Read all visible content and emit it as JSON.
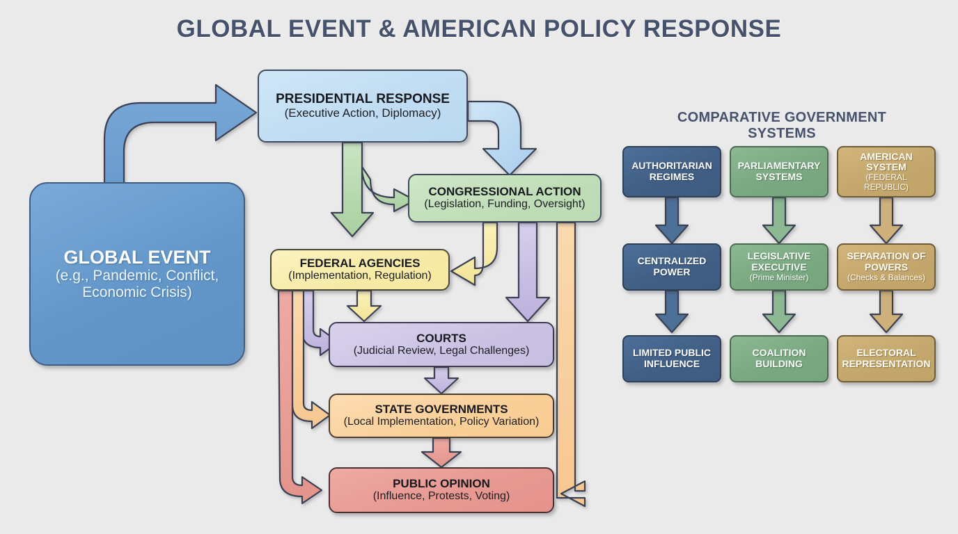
{
  "header": {
    "title": "GLOBAL EVENT & AMERICAN POLICY RESPONSE",
    "right_panel_title": "COMPARATIVE GOVERNMENT SYSTEMS"
  },
  "flow": {
    "global_event": {
      "title": "GLOBAL EVENT",
      "subtitle_line1": "(e.g., Pandemic, Conflict,",
      "subtitle_line2": "Economic Crisis)",
      "color": "#6397c9"
    },
    "presidential": {
      "title": "PRESIDENTIAL RESPONSE",
      "subtitle": "(Executive Action, Diplomacy)",
      "color": "#bfdcf2"
    },
    "congressional": {
      "title": "CONGRESSIONAL ACTION",
      "subtitle": "(Legislation, Funding, Oversight)",
      "color": "#bfddb7"
    },
    "federal": {
      "title": "FEDERAL AGENCIES",
      "subtitle": "(Implementation, Regulation)",
      "color": "#f6eaa6"
    },
    "courts": {
      "title": "COURTS",
      "subtitle": "(Judicial Review, Legal Challenges)",
      "color": "#cbc2e3"
    },
    "state": {
      "title": "STATE GOVERNMENTS",
      "subtitle": "(Local Implementation, Policy Variation)",
      "color": "#f9cf98"
    },
    "public": {
      "title": "PUBLIC OPINION",
      "subtitle": "(Influence, Protests, Voting)",
      "color": "#e79891"
    }
  },
  "comparative": {
    "columns": [
      {
        "accent": "#415f85",
        "rows": [
          {
            "title_line1": "AUTHORITARIAN",
            "title_line2": "REGIMES",
            "note": ""
          },
          {
            "title_line1": "CENTRALIZED",
            "title_line2": "POWER",
            "note": ""
          },
          {
            "title_line1": "LIMITED PUBLIC",
            "title_line2": "INFLUENCE",
            "note": ""
          }
        ]
      },
      {
        "accent": "#7aa981",
        "rows": [
          {
            "title_line1": "PARLIAMENTARY",
            "title_line2": "SYSTEMS",
            "note": ""
          },
          {
            "title_line1": "LEGISLATIVE",
            "title_line2": "EXECUTIVE",
            "note": "(Prime Minister)"
          },
          {
            "title_line1": "COALITION",
            "title_line2": "BUILDING",
            "note": ""
          }
        ]
      },
      {
        "accent": "#c4a76c",
        "rows": [
          {
            "title_line1": "AMERICAN",
            "title_line2": "SYSTEM",
            "note": "(FEDERAL REPUBLIC)"
          },
          {
            "title_line1": "SEPARATION OF",
            "title_line2": "POWERS",
            "note": "(Checks & Balances)"
          },
          {
            "title_line1": "ELECTORAL",
            "title_line2": "REPRESENTATION",
            "note": ""
          }
        ]
      }
    ]
  },
  "connectors": {
    "global_to_presidential": "blue elbow arrow",
    "presidential_to_congressional": "blue curved arrow",
    "presidential_to_federal": "green down arrow",
    "presidential_to_congressional_side": "green curved arrow",
    "congressional_to_federal": "yellow curved feedback arrow",
    "congressional_to_courts": "purple down arrow",
    "congressional_to_public": "orange long feedback arrow",
    "federal_to_courts": "yellow down arrow",
    "federal_to_courts_left": "purple elbow arrow",
    "federal_to_state_left": "orange elbow arrow",
    "federal_to_public_left": "red elbow arrow",
    "courts_to_state": "purple down arrow",
    "state_to_public": "red down arrow"
  },
  "palette": {
    "background": "#eaeaea",
    "title_color": "#46526b",
    "arrow_stroke": "#3a3f52"
  }
}
